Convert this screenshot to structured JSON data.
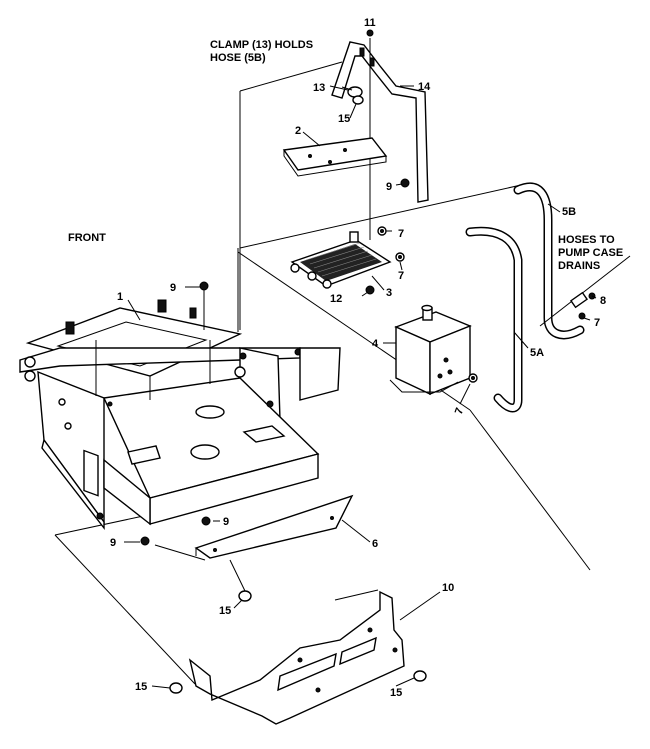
{
  "notes": {
    "clamp_line1": "CLAMP (13) HOLDS",
    "clamp_line2": "HOSE (5B)",
    "front": "FRONT",
    "hoses_line1": "HOSES TO",
    "hoses_line2": "PUMP CASE",
    "hoses_line3": "DRAINS"
  },
  "callouts": {
    "c1": "1",
    "c2": "2",
    "c3": "3",
    "c4": "4",
    "c5a": "5A",
    "c5b": "5B",
    "c6": "6",
    "c7a": "7",
    "c7b": "7",
    "c7c": "7",
    "c7d": "7",
    "c8": "8",
    "c9a": "9",
    "c9b": "9",
    "c9c": "9",
    "c9d": "9",
    "c10": "10",
    "c11": "11",
    "c12": "12",
    "c13": "13",
    "c14": "14",
    "c15a": "15",
    "c15b": "15",
    "c15c": "15",
    "c15d": "15"
  }
}
